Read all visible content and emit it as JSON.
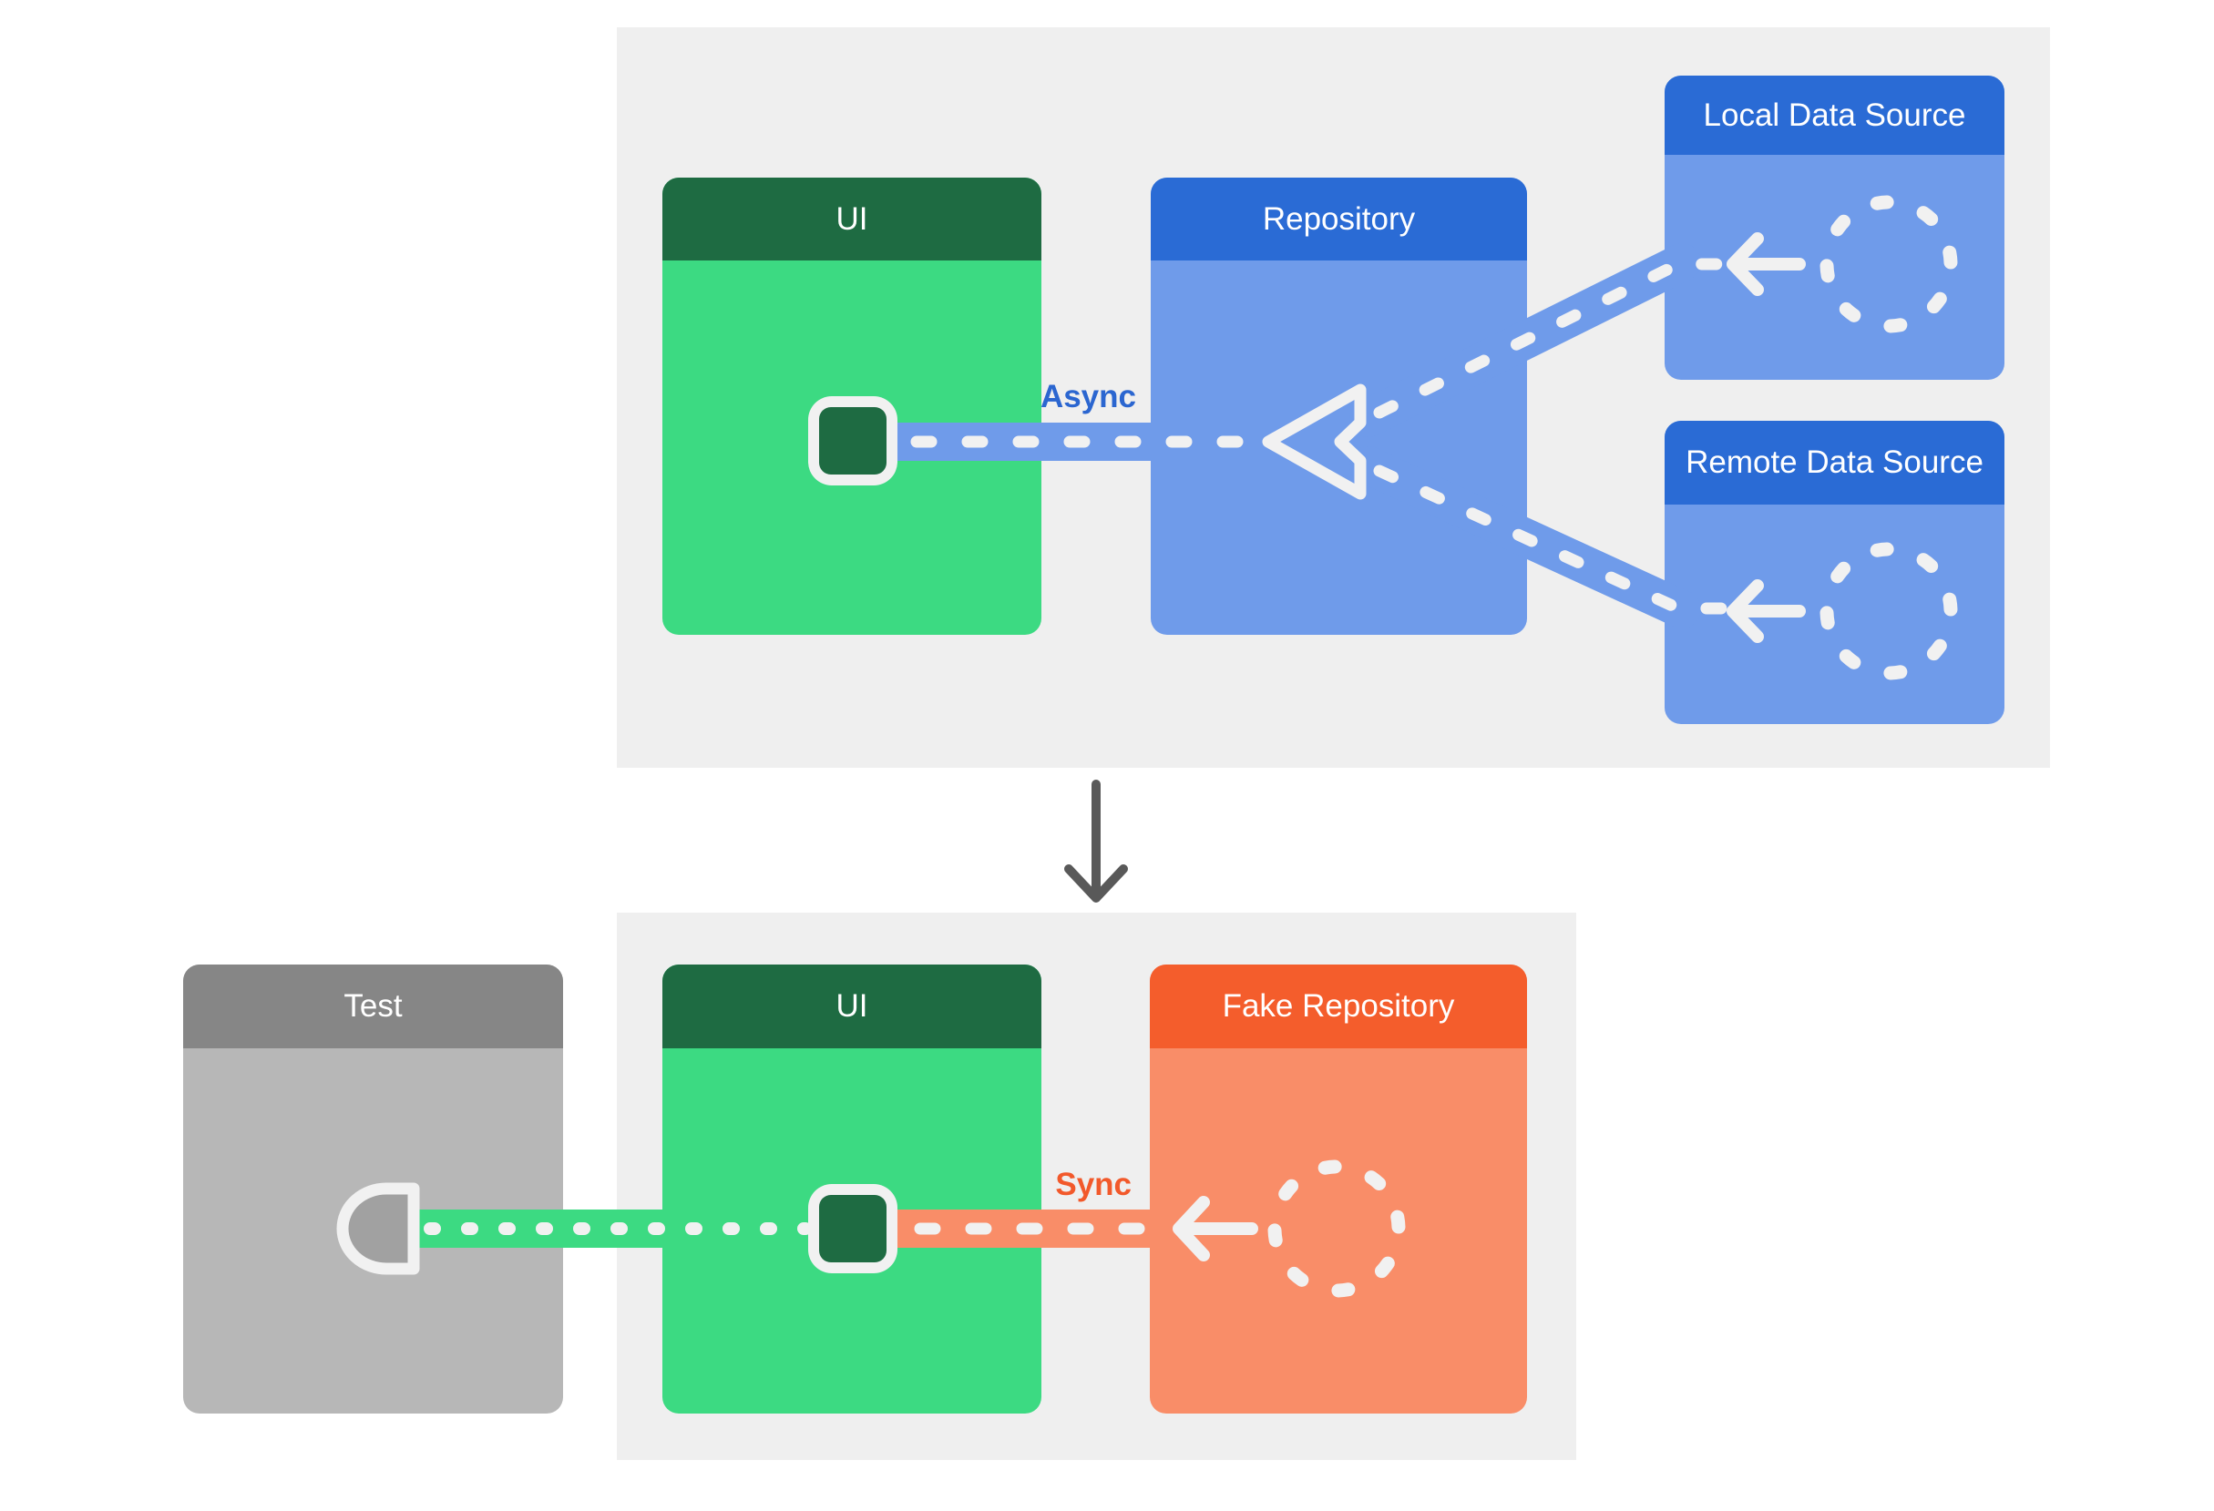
{
  "production": {
    "ui_title": "UI",
    "repository_title": "Repository",
    "local_title": "Local Data Source",
    "remote_title": "Remote Data Source",
    "async_label": "Async"
  },
  "test_scenario": {
    "test_title": "Test",
    "ui_title": "UI",
    "fake_repository_title": "Fake Repository",
    "sync_label": "Sync"
  },
  "icons": {
    "ui_component": "rounded-square-view-icon",
    "data_source": "dashed-circle-icon",
    "data_flow": "arrow-left-icon",
    "repository_merge": "triangle-left-outline-icon",
    "test_hook": "socket-half-circle-icon",
    "transition": "arrow-down-icon"
  },
  "colors": {
    "panel_gray": "#EFEFEF",
    "green_header": "#1E6B42",
    "green_body": "#3CDA82",
    "blue_header": "#2A6BD5",
    "blue_body": "#6F9BEA",
    "orange_header": "#F45D2C",
    "orange_body": "#F98D68",
    "test_header_gray": "#868686",
    "test_body_gray": "#B7B7B7",
    "socket_fill_gray": "#A1A1A1",
    "dash_white": "#F1F1F1",
    "async_text_blue": "#2B66D0",
    "sync_text_orange": "#F2592B",
    "transition_arrow_gray": "#595959"
  }
}
